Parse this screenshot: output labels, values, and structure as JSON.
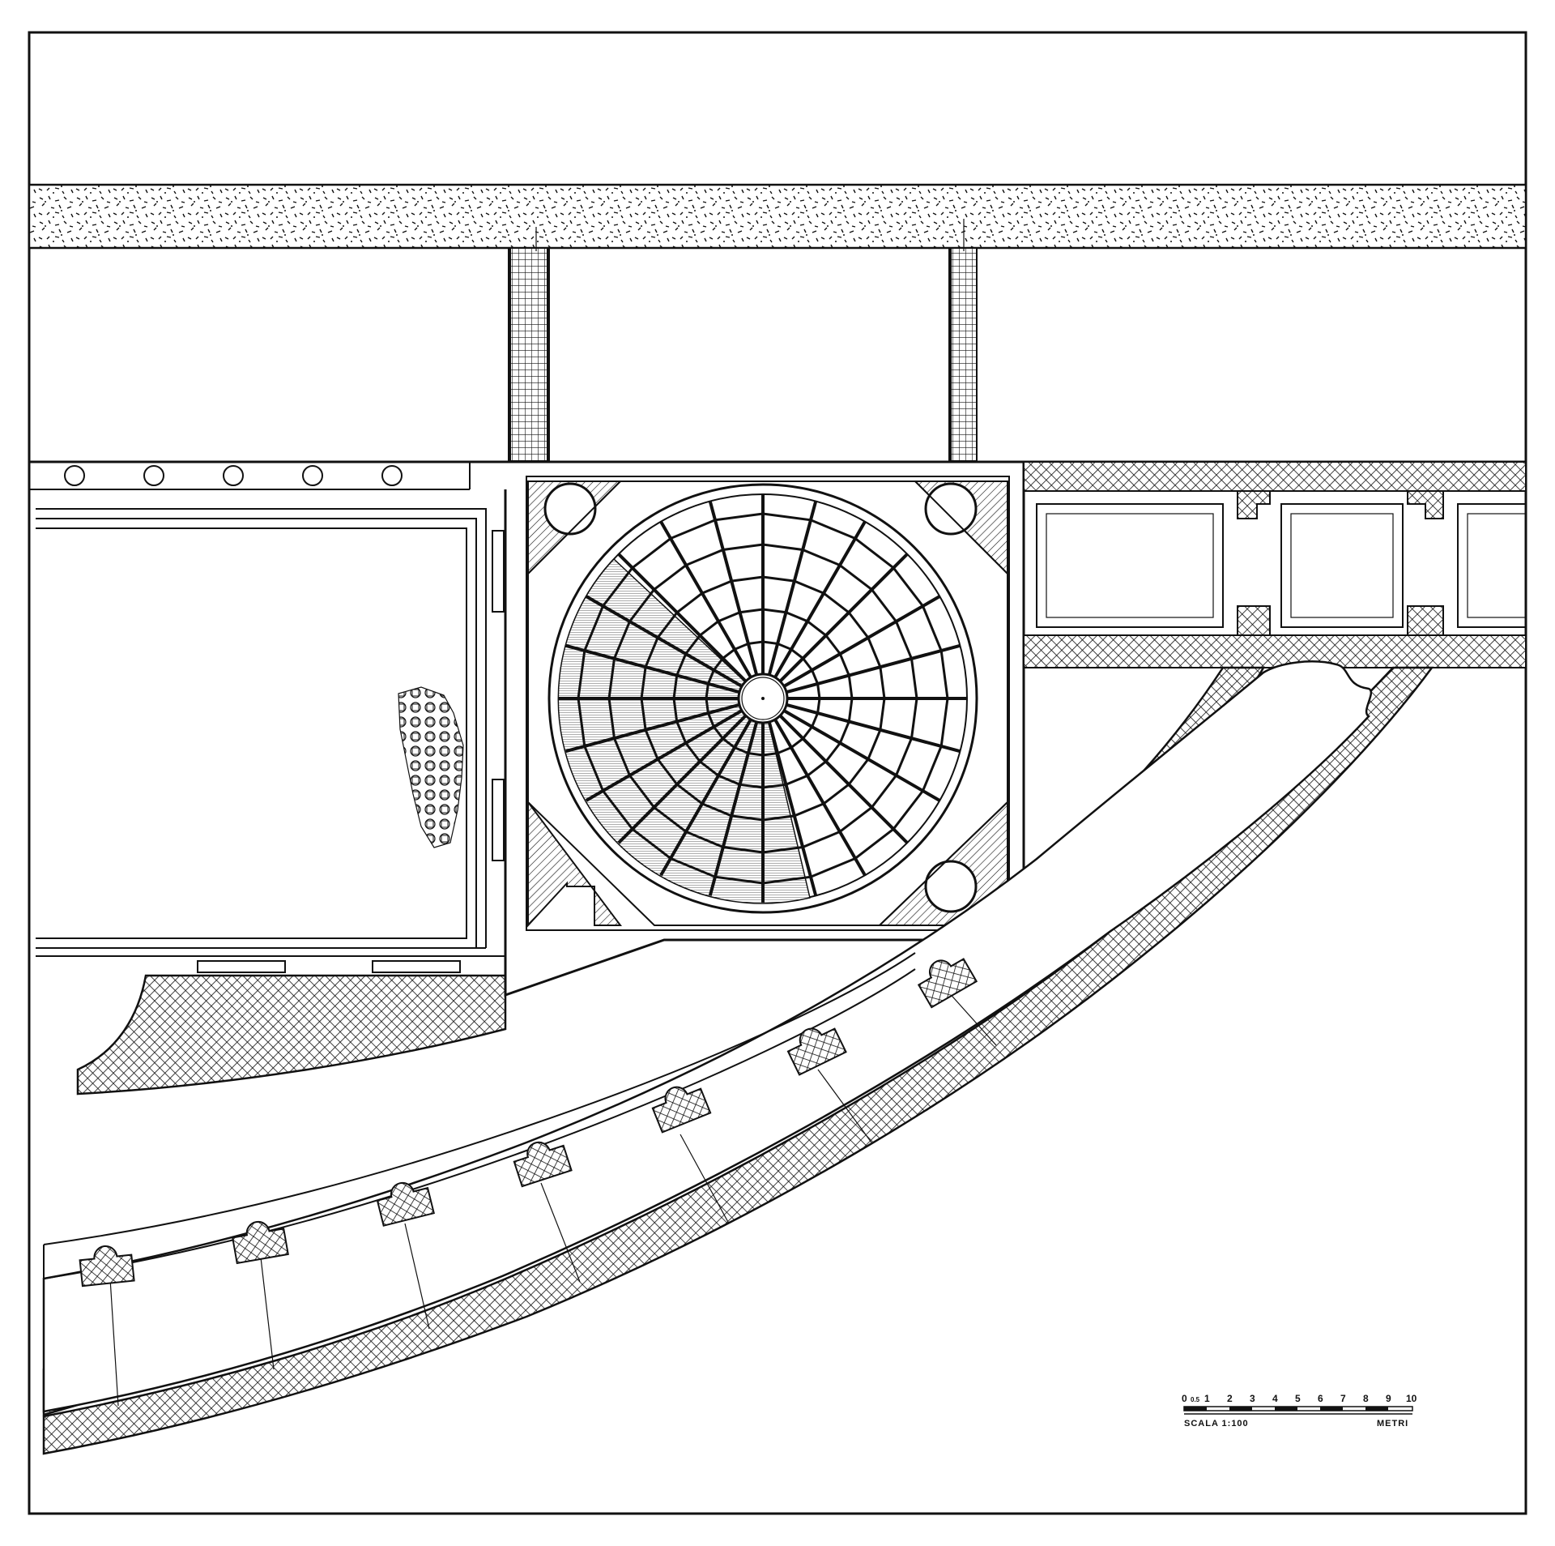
{
  "scale_bar": {
    "numbers": [
      "0",
      "0.5",
      "1",
      "2",
      "3",
      "4",
      "5",
      "6",
      "7",
      "8",
      "9",
      "10"
    ],
    "scale_label": "SCALA  1:100",
    "unit_label": "METRI"
  }
}
